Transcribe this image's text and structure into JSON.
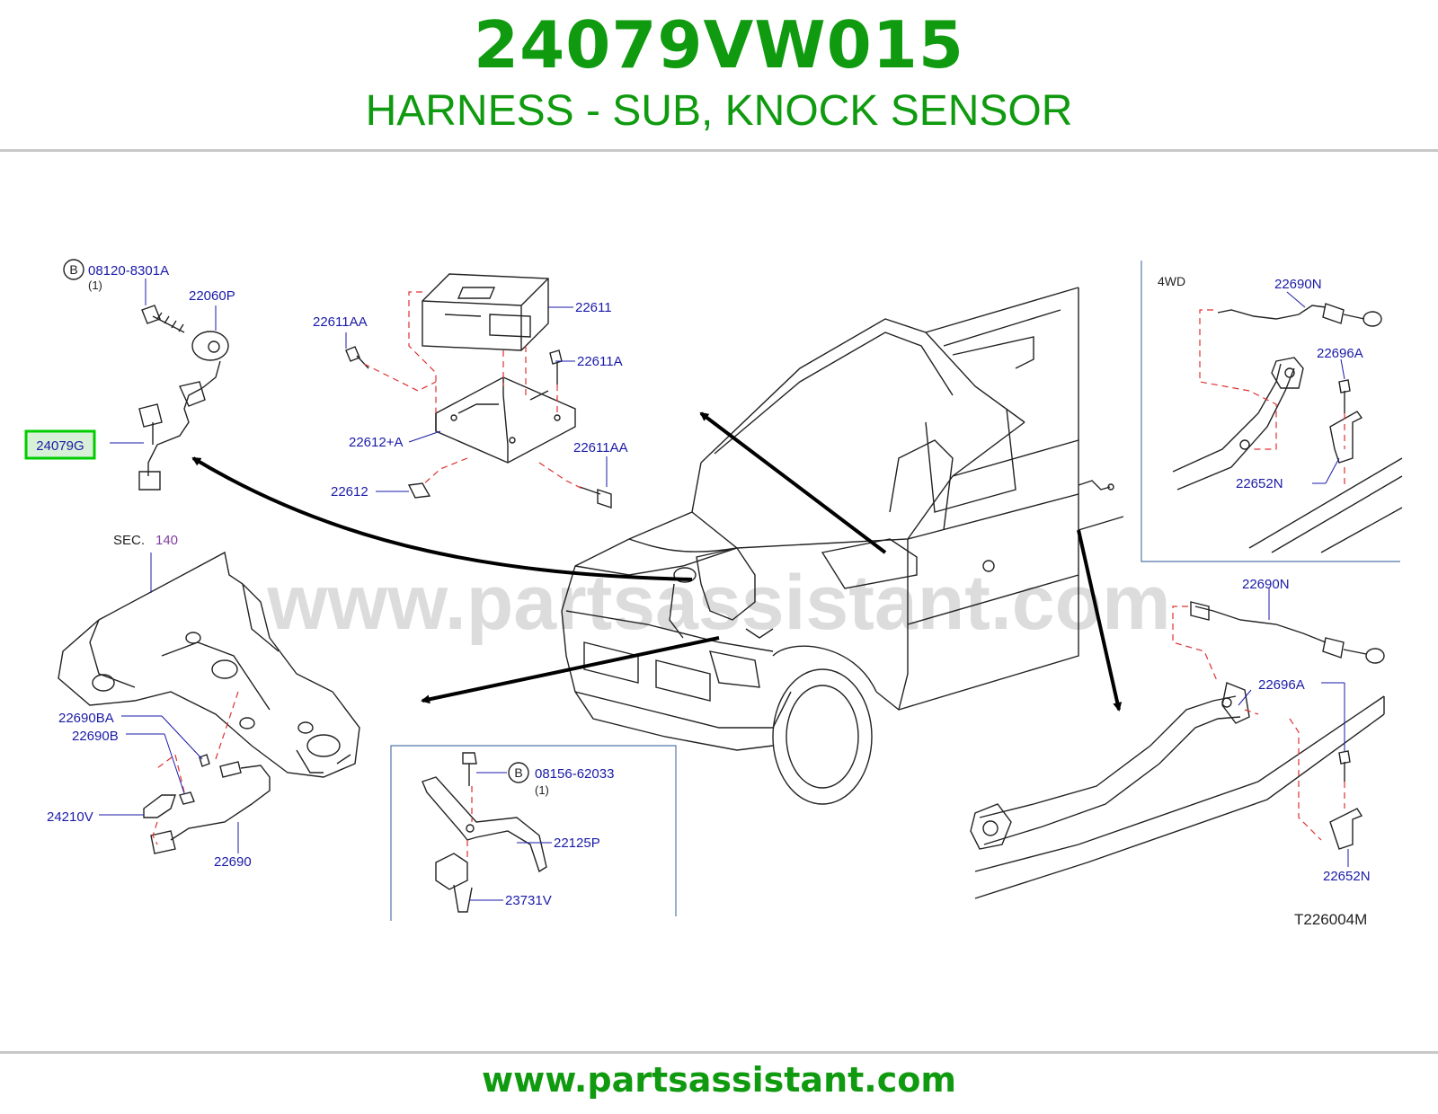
{
  "header": {
    "part_number": "24079VW015",
    "title": "HARNESS - SUB, KNOCK SENSOR"
  },
  "colors": {
    "brand_green": "#0f9a0f",
    "label_blue": "#1a1aa8",
    "sec_purple": "#8040a0",
    "highlight_green": "#00cc00",
    "highlight_fill": "#d8f0d8",
    "dash_red": "#e03030",
    "watermark_gray": "#dcdcdc"
  },
  "diagram": {
    "watermark": "www.partsassistant.com",
    "diagram_code": "T226004M",
    "highlighted_part": "24079G",
    "labels": {
      "bolt_ref_1": "08120-8301A",
      "bolt_ref_1_qty": "(1)",
      "p22060P": "22060P",
      "p24079G": "24079G",
      "p22611AA_top": "22611AA",
      "p22611": "22611",
      "p22611A": "22611A",
      "p22612A": "22612+A",
      "p22611AA_bot": "22611AA",
      "p22612": "22612",
      "sec": "SEC.",
      "sec_num": "140",
      "p22690BA": "22690BA",
      "p22690B": "22690B",
      "p24210V": "24210V",
      "p22690": "22690",
      "bolt_ref_2": "08156-62033",
      "bolt_ref_2_qty": "(1)",
      "p22125P": "22125P",
      "p23731V": "23731V",
      "fwd": "4WD",
      "p22690N_top": "22690N",
      "p22696A_top": "22696A",
      "p22652N_top": "22652N",
      "p22690N_bot": "22690N",
      "p22696A_bot": "22696A",
      "p22652N_bot": "22652N",
      "b_marker_1": "B",
      "b_marker_2": "B"
    }
  },
  "footer": {
    "url": "www.partsassistant.com"
  }
}
